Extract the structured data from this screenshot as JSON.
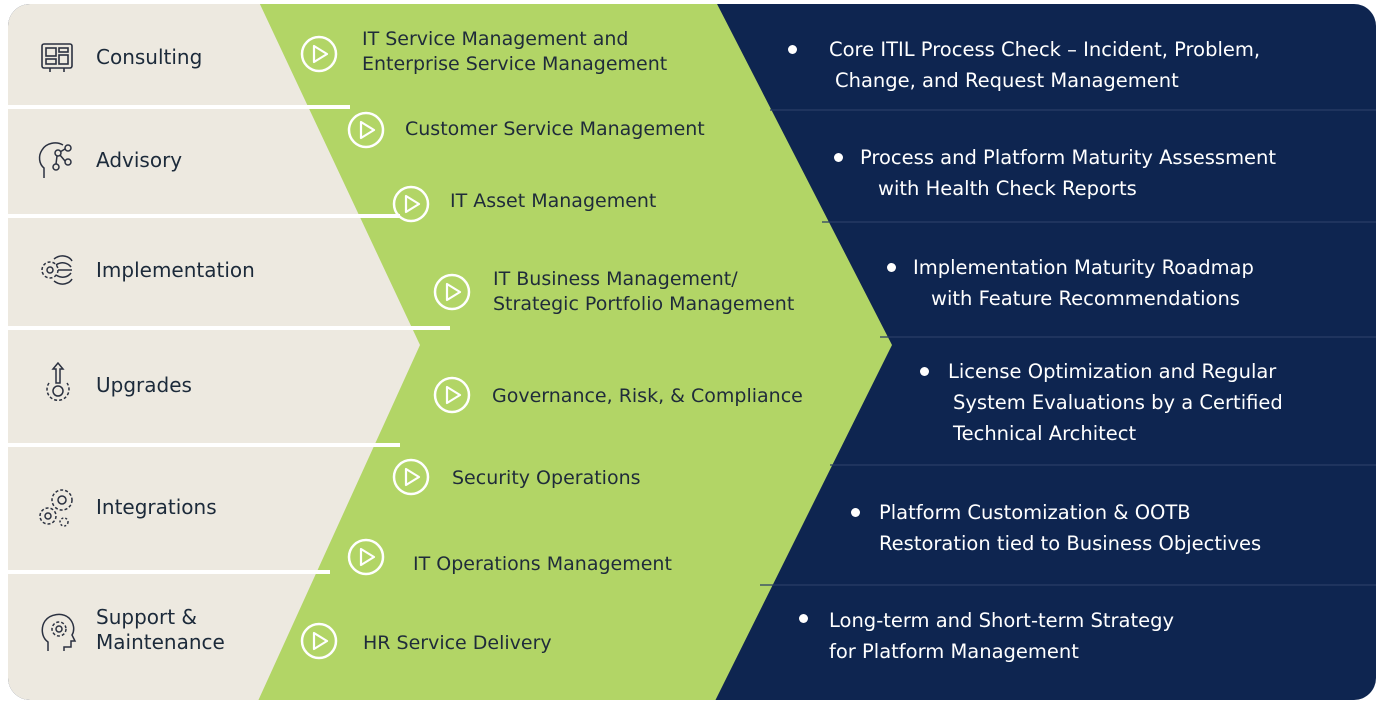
{
  "colors": {
    "beige": "#ede9e0",
    "divider": "#ffffff",
    "green": "#b2d566",
    "navy": "#0e2550",
    "text_dark": "#1c2a3a",
    "text_light": "#ffffff"
  },
  "stages": [
    {
      "label": "Consulting",
      "icon": "dashboard-icon"
    },
    {
      "label": "Advisory",
      "icon": "head-network-icon"
    },
    {
      "label": "Implementation",
      "icon": "gear-circuit-icon"
    },
    {
      "label": "Upgrades",
      "icon": "gear-arrow-up-icon"
    },
    {
      "label": "Integrations",
      "icon": "gears-icon"
    },
    {
      "label": "Support &",
      "label2": "Maintenance",
      "icon": "head-gear-icon"
    }
  ],
  "services": [
    {
      "line1": "IT Service Management and",
      "line2": "Enterprise Service Management"
    },
    {
      "line1": "Customer Service Management"
    },
    {
      "line1": "IT Asset Management"
    },
    {
      "line1": "IT Business Management/",
      "line2": "Strategic Portfolio Management"
    },
    {
      "line1": "Governance, Risk, & Compliance"
    },
    {
      "line1": "Security Operations"
    },
    {
      "line1": "IT Operations Management"
    },
    {
      "line1": "HR Service Delivery"
    }
  ],
  "outcomes": [
    {
      "lines": [
        "Core ITIL Process Check – Incident, Problem,",
        "Change, and Request Management"
      ]
    },
    {
      "lines": [
        "Process and Platform Maturity Assessment",
        "with Health Check Reports"
      ]
    },
    {
      "lines": [
        "Implementation Maturity Roadmap",
        "with Feature Recommendations"
      ]
    },
    {
      "lines": [
        "License Optimization and Regular",
        "System Evaluations by a Certified",
        "Technical Architect"
      ]
    },
    {
      "lines": [
        "Platform Customization & OOTB",
        "Restoration tied to Business Objectives"
      ]
    },
    {
      "lines": [
        "Long-term and Short-term Strategy",
        "for Platform Management"
      ]
    }
  ]
}
